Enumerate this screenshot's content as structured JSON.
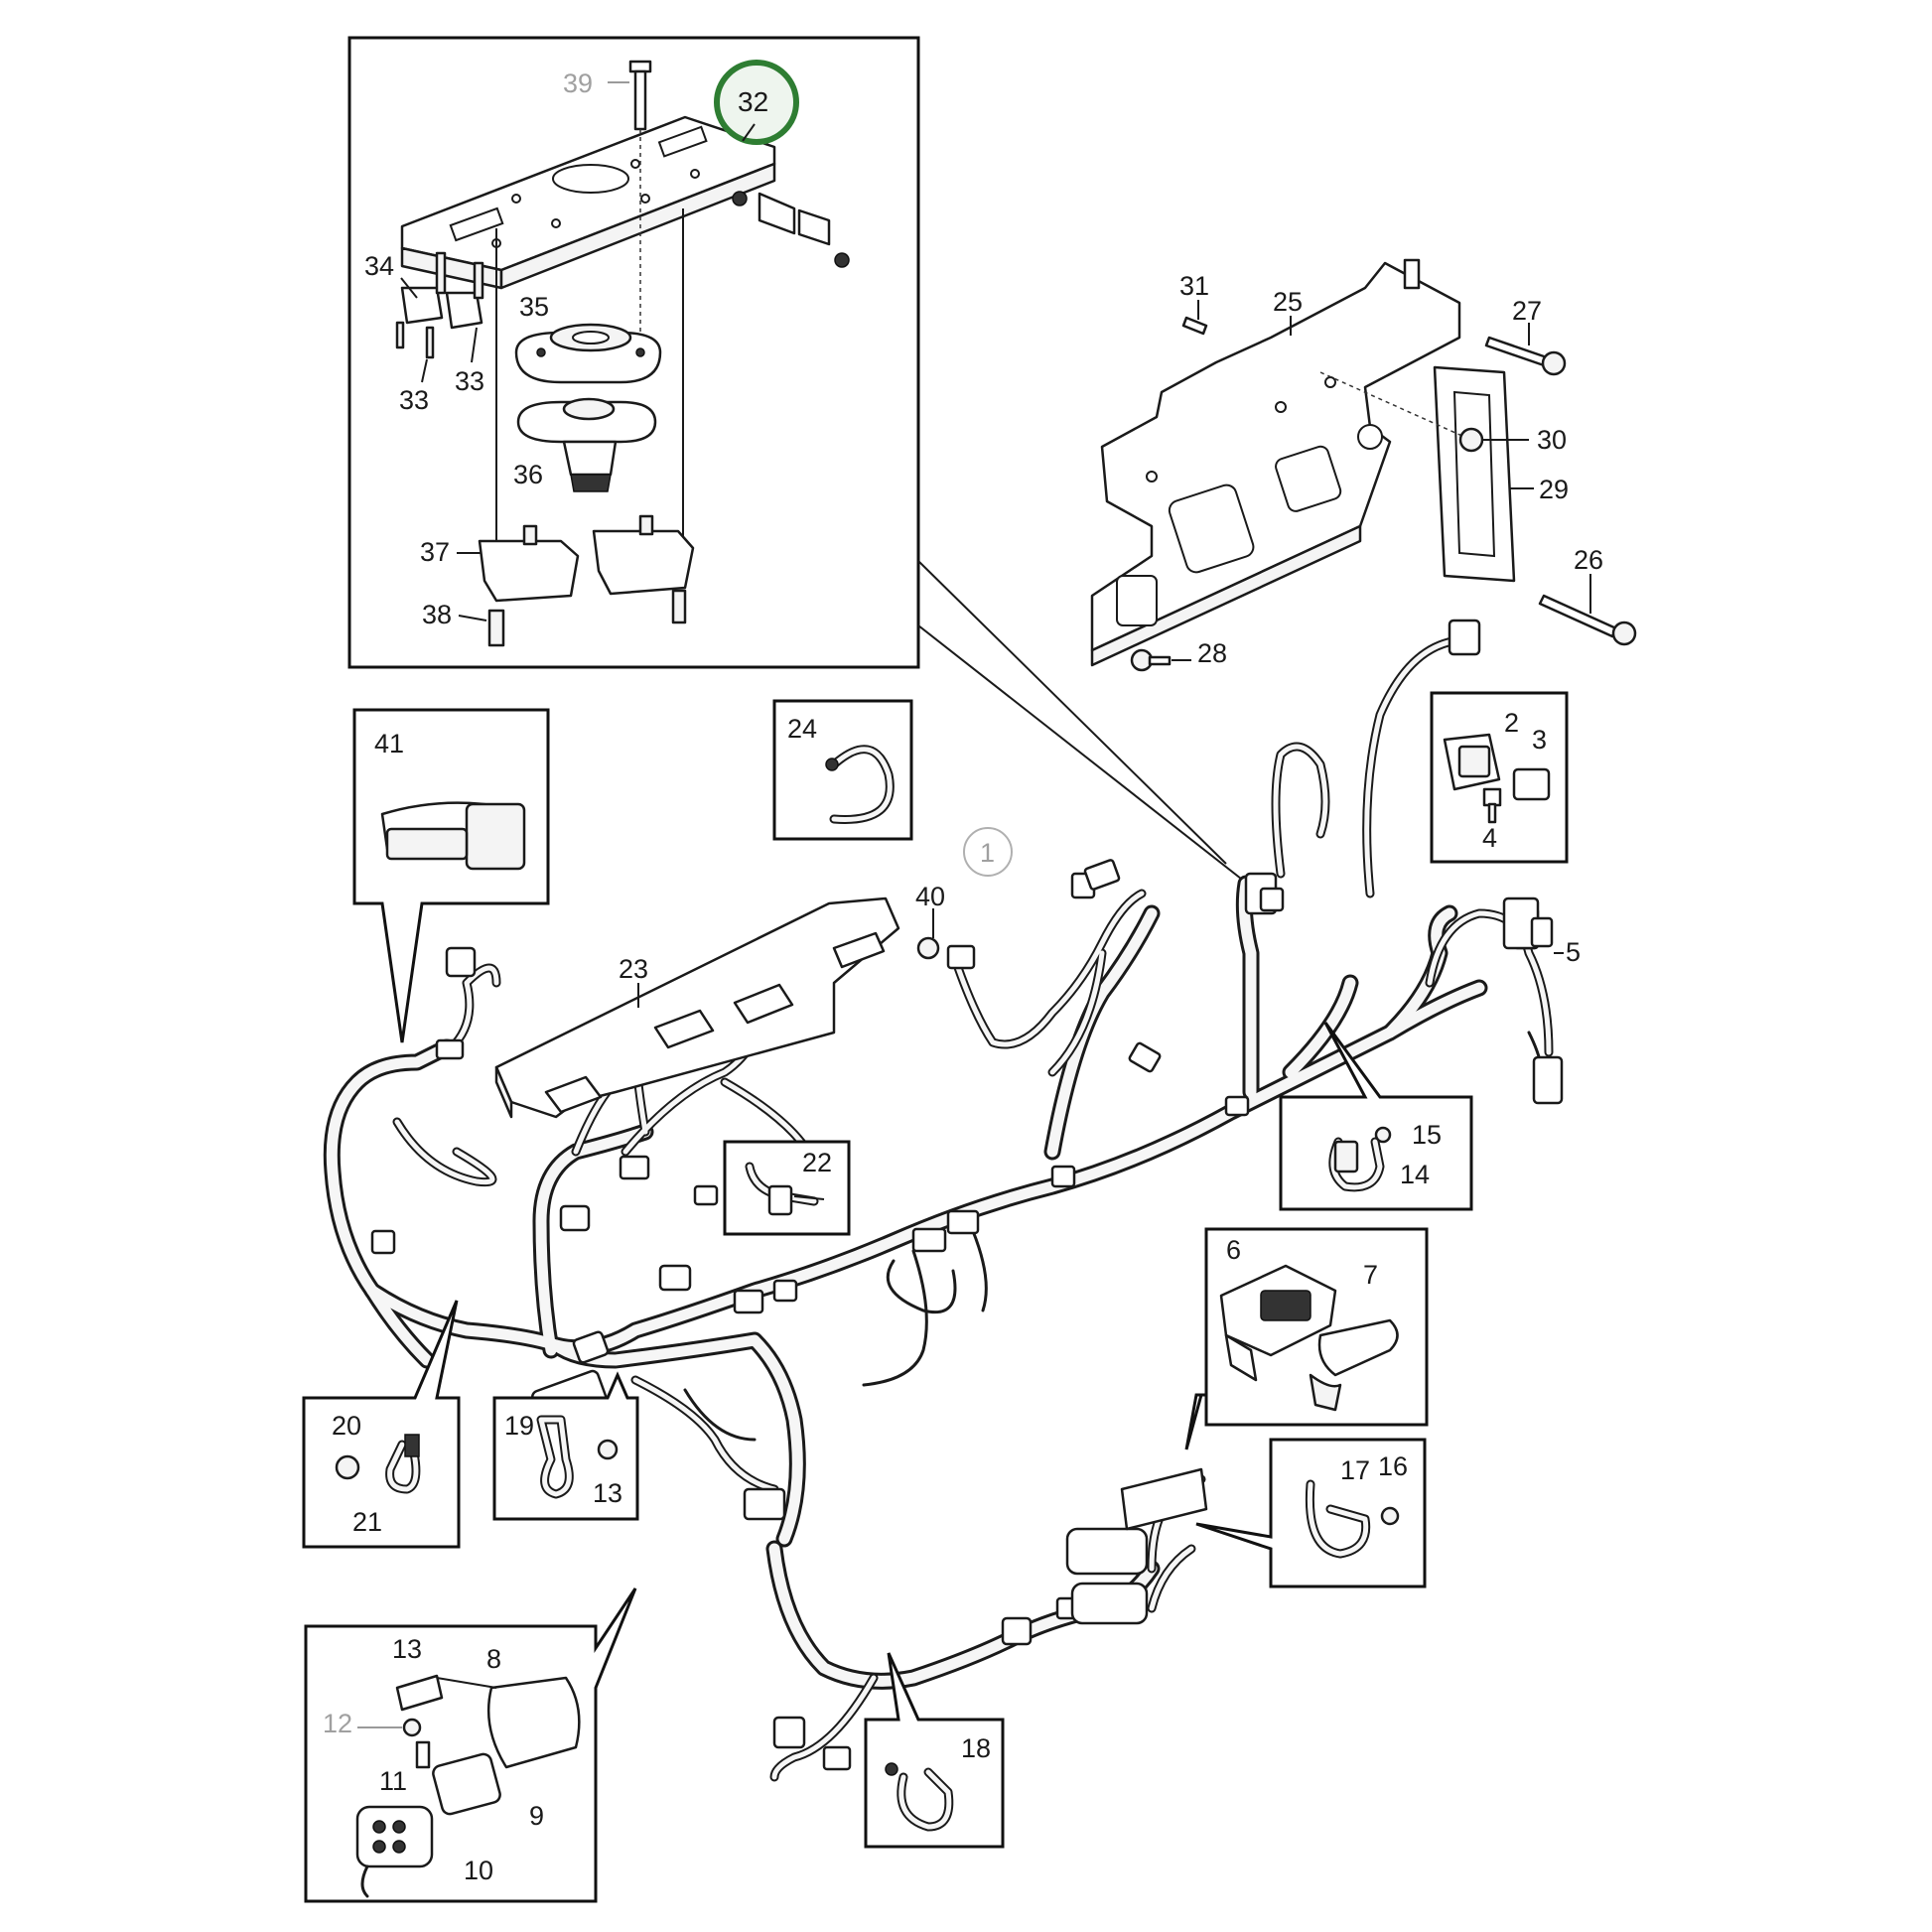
{
  "colors": {
    "line": "#1a1a1a",
    "highlight_ring": "#2e7d32",
    "highlight_fill": "#eef5ee",
    "muted_label": "#a0a0a0"
  },
  "highlighted_part": "32",
  "labels": {
    "p1": "1",
    "p2": "2",
    "p3": "3",
    "p4": "4",
    "p5": "5",
    "p6": "6",
    "p7": "7",
    "p8": "8",
    "p9": "9",
    "p10": "10",
    "p11": "11",
    "p12": "12",
    "p13a": "13",
    "p13b": "13",
    "p14": "14",
    "p15": "15",
    "p16": "16",
    "p17": "17",
    "p18": "18",
    "p19": "19",
    "p20": "20",
    "p21": "21",
    "p22": "22",
    "p23": "23",
    "p24": "24",
    "p25": "25",
    "p26": "26",
    "p27": "27",
    "p28": "28",
    "p29": "29",
    "p30": "30",
    "p31": "31",
    "p32": "32",
    "p33a": "33",
    "p33b": "33",
    "p34": "34",
    "p35": "35",
    "p36": "36",
    "p37": "37",
    "p38": "38",
    "p39": "39",
    "p40": "40",
    "p41": "41"
  }
}
